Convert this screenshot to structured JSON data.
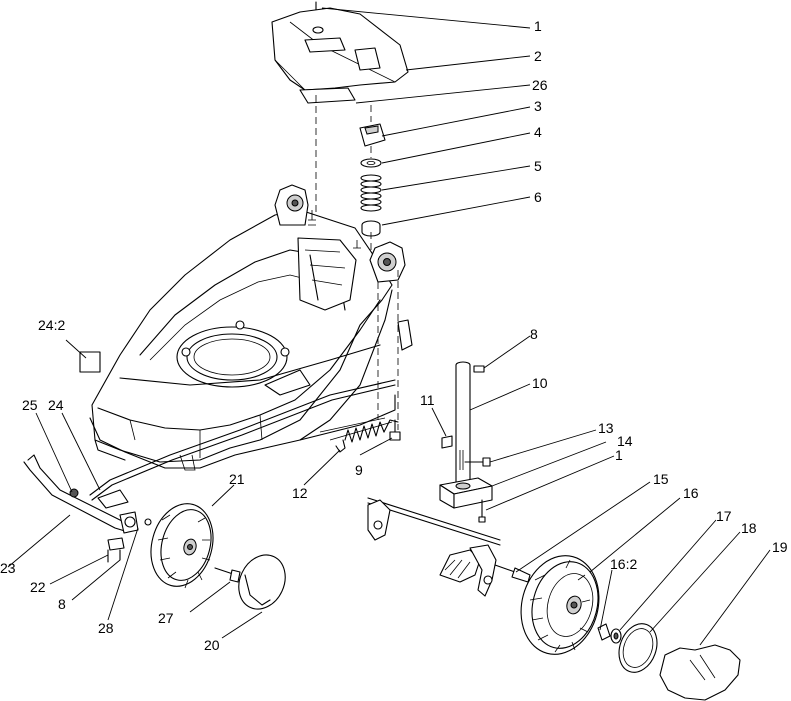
{
  "callouts": [
    {
      "id": "c1",
      "text": "1"
    },
    {
      "id": "c2",
      "text": "2"
    },
    {
      "id": "c26",
      "text": "26"
    },
    {
      "id": "c3",
      "text": "3"
    },
    {
      "id": "c4",
      "text": "4"
    },
    {
      "id": "c5",
      "text": "5"
    },
    {
      "id": "c6",
      "text": "6"
    },
    {
      "id": "c8a",
      "text": "8"
    },
    {
      "id": "c10",
      "text": "10"
    },
    {
      "id": "c24_2",
      "text": "24:2"
    },
    {
      "id": "c11",
      "text": "11"
    },
    {
      "id": "c13",
      "text": "13"
    },
    {
      "id": "c14",
      "text": "14"
    },
    {
      "id": "c1b",
      "text": "1"
    },
    {
      "id": "c25",
      "text": "25"
    },
    {
      "id": "c24",
      "text": "24"
    },
    {
      "id": "c9",
      "text": "9"
    },
    {
      "id": "c21",
      "text": "21"
    },
    {
      "id": "c15",
      "text": "15"
    },
    {
      "id": "c16",
      "text": "16"
    },
    {
      "id": "c12",
      "text": "12"
    },
    {
      "id": "c17",
      "text": "17"
    },
    {
      "id": "c18",
      "text": "18"
    },
    {
      "id": "c19",
      "text": "19"
    },
    {
      "id": "c23",
      "text": "23"
    },
    {
      "id": "c16_2",
      "text": "16:2"
    },
    {
      "id": "c22",
      "text": "22"
    },
    {
      "id": "c8b",
      "text": "8"
    },
    {
      "id": "c27",
      "text": "27"
    },
    {
      "id": "c28",
      "text": "28"
    },
    {
      "id": "c20",
      "text": "20"
    }
  ]
}
